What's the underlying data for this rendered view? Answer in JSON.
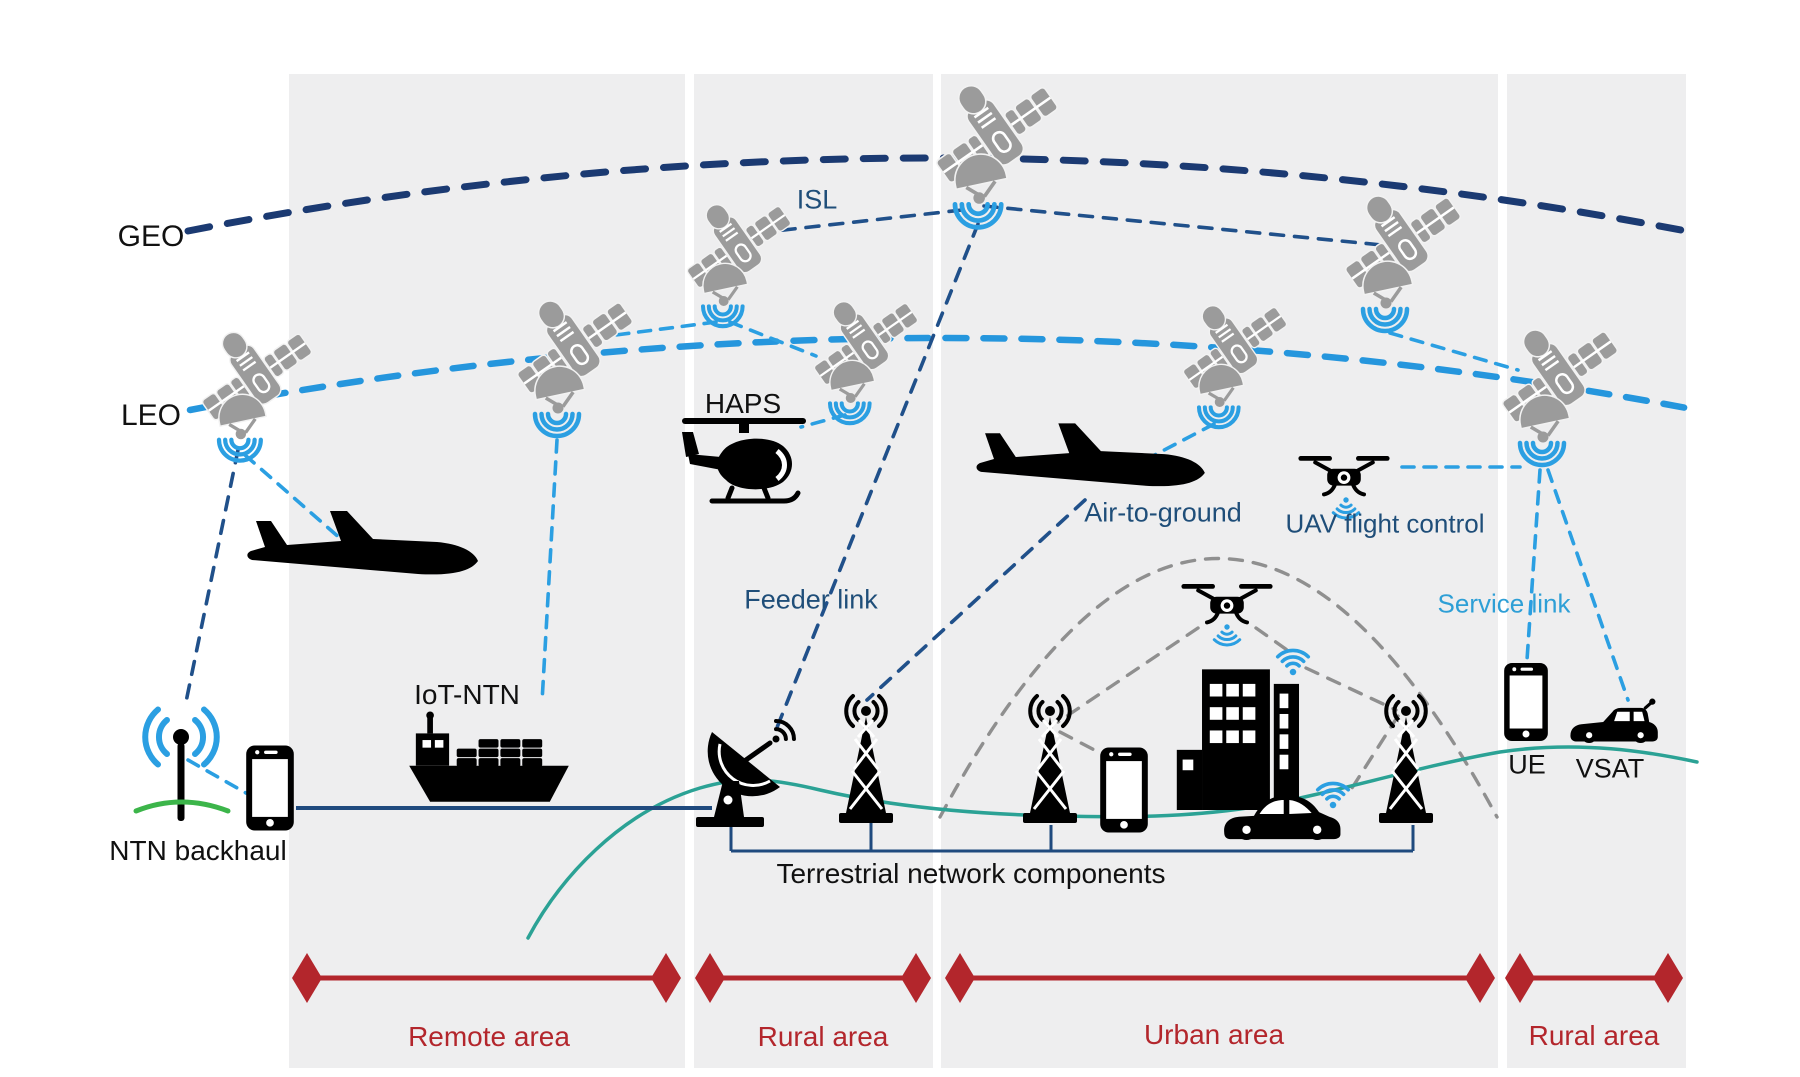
{
  "labels": {
    "geo": "GEO",
    "leo": "LEO",
    "isl": "ISL",
    "haps": "HAPS",
    "feeder_link": "Feeder link",
    "air_to_ground": "Air-to-ground",
    "uav_flight_control": "UAV flight control",
    "service_link": "Service link",
    "iot_ntn": "IoT-NTN",
    "ntn_backhaul": "NTN backhaul",
    "terrestrial": "Terrestrial network components",
    "ue": "UE",
    "vsat": "VSAT"
  },
  "areas": [
    {
      "label": "Remote area"
    },
    {
      "label": "Rural area"
    },
    {
      "label": "Urban area"
    },
    {
      "label": "Rural area"
    }
  ],
  "colors": {
    "geo_orbit": "#1b3a72",
    "leo_orbit": "#2596dd",
    "isl_feeder_links": "#20508a",
    "service_links": "#2b9fe2",
    "terrain_line": "#2ba295",
    "area_marker_red": "#b3262c",
    "satellite_gray": "#9b9b9b",
    "adhoc_links_gray": "#8f8f8f",
    "ground_green": "#3cb54a",
    "band_background": "#eeeeef"
  },
  "icons": [
    "satellite-icon",
    "helicopter-icon",
    "aircraft-icon",
    "drone-icon",
    "cell-tower-icon",
    "ground-station-dish-icon",
    "ship-icon",
    "backhaul-antenna-icon",
    "smartphone-icon",
    "buildings-icon",
    "car-icon",
    "vsat-vehicle-icon",
    "wifi-signal-icon"
  ]
}
